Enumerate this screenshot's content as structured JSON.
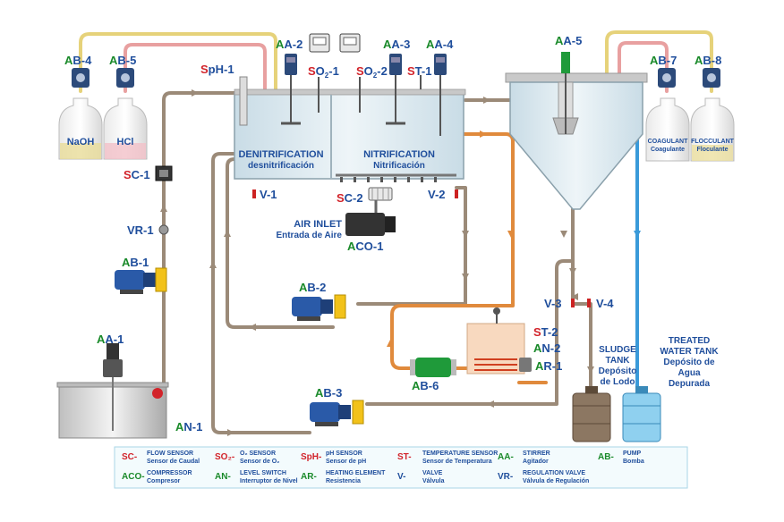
{
  "colors": {
    "green": "#1a8a2a",
    "blue": "#1f4e9c",
    "red": "#d2232a",
    "dark": "#222222",
    "pipe_grey": "#9b8a78",
    "pipe_orange": "#e08a3c",
    "pipe_yellow": "#e6d27a",
    "pipe_pink": "#e8a0a0",
    "pipe_blue": "#3a9ad9",
    "water": "#dde9ef"
  },
  "tags": {
    "ab4": {
      "a": "A",
      "b": "B-4"
    },
    "ab5": {
      "a": "A",
      "b": "B-5"
    },
    "sph1": {
      "a": "S",
      "b": "pH-1"
    },
    "aa2": {
      "a": "A",
      "b": "A-2"
    },
    "so21_a": "S",
    "so21_b": "O",
    "so21_sub": "2",
    "so21_c": "-1",
    "so22_a": "S",
    "so22_b": "O",
    "so22_sub": "2",
    "so22_c": "-2",
    "st1": {
      "a": "S",
      "b": "T-1"
    },
    "aa3": {
      "a": "A",
      "b": "A-3"
    },
    "aa4": {
      "a": "A",
      "b": "A-4"
    },
    "aa5": {
      "a": "A",
      "b": "A-5"
    },
    "ab7": {
      "a": "A",
      "b": "B-7"
    },
    "ab8": {
      "a": "A",
      "b": "B-8"
    },
    "sc1": {
      "a": "S",
      "b": "C-1"
    },
    "vr1": "VR-1",
    "ab1": {
      "a": "A",
      "b": "B-1"
    },
    "aa1": {
      "a": "A",
      "b": "A-1"
    },
    "an1": {
      "a": "A",
      "b": "N-1"
    },
    "v1": "V-1",
    "sc2": {
      "a": "S",
      "b": "C-2"
    },
    "v2": "V-2",
    "aco1": {
      "a": "A",
      "b": "CO-1"
    },
    "ab2": {
      "a": "A",
      "b": "B-2"
    },
    "ab3": {
      "a": "A",
      "b": "B-3"
    },
    "ab6": {
      "a": "A",
      "b": "B-6"
    },
    "st2": {
      "a": "S",
      "b": "T-2"
    },
    "an2": {
      "a": "A",
      "b": "N-2"
    },
    "ar1": {
      "a": "A",
      "b": "R-1"
    },
    "v3": "V-3",
    "v4": "V-4"
  },
  "tanks": {
    "naoh": "NaOH",
    "hcl": "HCl",
    "coag_1": "COAGULANT",
    "coag_2": "Coagulante",
    "floc_1": "FLOCCULANT",
    "floc_2": "Floculante",
    "denit_1": "DENITRIFICATION",
    "denit_2": "desnitrificación",
    "nit_1": "NITRIFICATION",
    "nit_2": "Nitrificación",
    "air_1": "AIR INLET",
    "air_2": "Entrada de Aire",
    "sludge_1": "SLUDGE",
    "sludge_2": "TANK",
    "sludge_3": "Depósito",
    "sludge_4": "de Lodo",
    "treated_1": "TREATED",
    "treated_2": "WATER TANK",
    "treated_3": "Depósito de",
    "treated_4": "Agua",
    "treated_5": "Depurada"
  },
  "legend": [
    {
      "code": "SC-",
      "en": "FLOW SENSOR",
      "es": "Sensor de Caudal",
      "color": "#d2232a"
    },
    {
      "code": "SO₂-",
      "en": "O₂ SENSOR",
      "es": "Sensor de O₂",
      "color": "#d2232a"
    },
    {
      "code": "SpH-",
      "en": "pH SENSOR",
      "es": "Sensor de pH",
      "color": "#d2232a"
    },
    {
      "code": "ST-",
      "en": "TEMPERATURE SENSOR",
      "es": "Sensor de Temperatura",
      "color": "#d2232a"
    },
    {
      "code": "AA-",
      "en": "STIRRER",
      "es": "Agitador",
      "color": "#1a8a2a"
    },
    {
      "code": "AB-",
      "en": "PUMP",
      "es": "Bomba",
      "color": "#1a8a2a"
    },
    {
      "code": "ACO-",
      "en": "COMPRESSOR",
      "es": "Compresor",
      "color": "#1a8a2a"
    },
    {
      "code": "AN-",
      "en": "LEVEL SWITCH",
      "es": "Interruptor de Nivel",
      "color": "#1a8a2a"
    },
    {
      "code": "AR-",
      "en": "HEATING ELEMENT",
      "es": "Resistencia",
      "color": "#1a8a2a"
    },
    {
      "code": "V-",
      "en": "VALVE",
      "es": "Válvula",
      "color": "#1f4e9c"
    },
    {
      "code": "VR-",
      "en": "REGULATION VALVE",
      "es": "Válvula de Regulación",
      "color": "#1f4e9c"
    }
  ]
}
